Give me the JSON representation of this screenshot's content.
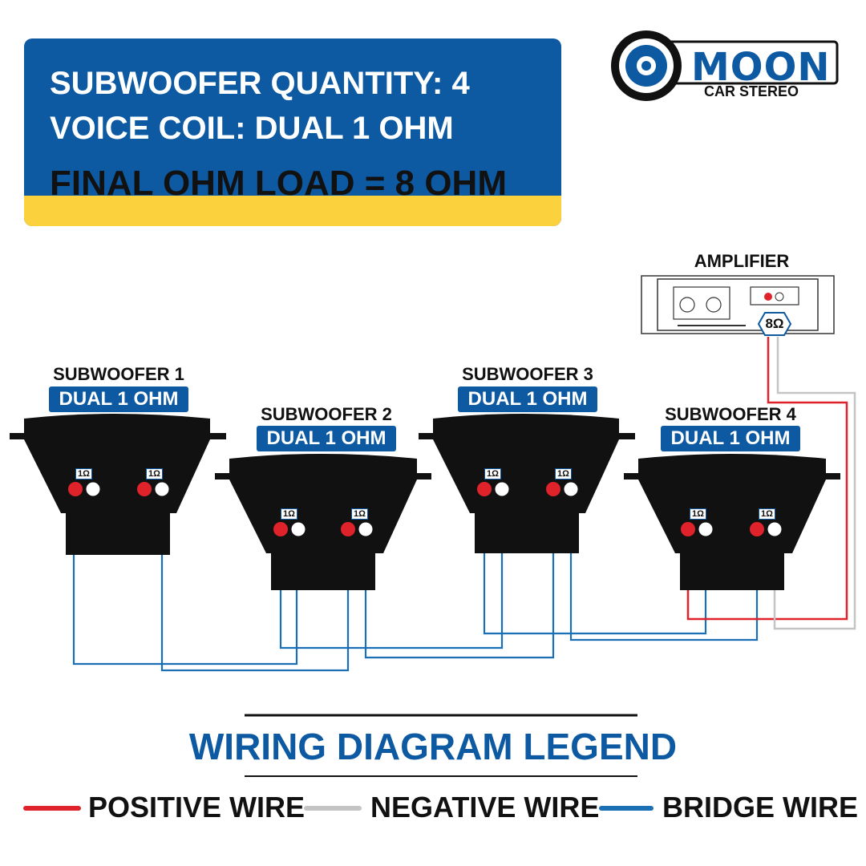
{
  "header": {
    "quantity_line": "SUBWOOFER QUANTITY: 4",
    "coil_line": "VOICE COIL: DUAL 1 OHM",
    "final_line": "FINAL OHM LOAD = 8 OHM"
  },
  "logo": {
    "name": "MOON",
    "tagline": "CAR STEREO"
  },
  "amplifier": {
    "label": "AMPLIFIER",
    "load_badge": "8Ω"
  },
  "subwoofers": [
    {
      "title": "SUBWOOFER 1",
      "badge": "DUAL 1 OHM",
      "coil": "1Ω"
    },
    {
      "title": "SUBWOOFER 2",
      "badge": "DUAL 1 OHM",
      "coil": "1Ω"
    },
    {
      "title": "SUBWOOFER 3",
      "badge": "DUAL 1 OHM",
      "coil": "1Ω"
    },
    {
      "title": "SUBWOOFER 4",
      "badge": "DUAL 1 OHM",
      "coil": "1Ω"
    }
  ],
  "legend": {
    "title": "WIRING DIAGRAM LEGEND",
    "items": [
      {
        "label": "POSITIVE WIRE",
        "color": "#e0232b"
      },
      {
        "label": "NEGATIVE WIRE",
        "color": "#c4c4c4"
      },
      {
        "label": "BRIDGE WIRE",
        "color": "#1b6fb5"
      }
    ]
  },
  "colors": {
    "brand_blue": "#0d5aa2",
    "highlight_yellow": "#fcd13e",
    "positive": "#e0232b",
    "negative": "#c4c4c4",
    "bridge": "#1b6fb5"
  }
}
